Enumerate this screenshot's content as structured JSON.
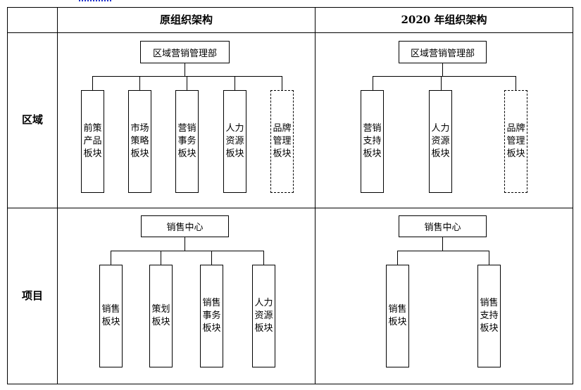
{
  "header": {
    "col_original": "原组织架构",
    "col_2020": "2020 年组织架构"
  },
  "rows": {
    "region_label": "区域",
    "project_label": "项目"
  },
  "region_original": {
    "top": "区域营销管理部",
    "children": [
      {
        "text": "前策产品板块",
        "style": "solid"
      },
      {
        "text": "市场策略板块",
        "style": "solid"
      },
      {
        "text": "营销事务板块",
        "style": "solid"
      },
      {
        "text": "人力资源板块",
        "style": "solid"
      },
      {
        "text": "品牌管理板块",
        "style": "dashed"
      }
    ]
  },
  "region_2020": {
    "top": "区域营销管理部",
    "children": [
      {
        "text": "营销支持板块",
        "style": "solid"
      },
      {
        "text": "人力资源板块",
        "style": "solid"
      },
      {
        "text": "品牌管理板块",
        "style": "dashed"
      }
    ]
  },
  "project_original": {
    "top": "销售中心",
    "children": [
      {
        "text": "销售板块",
        "style": "solid"
      },
      {
        "text": "策划板块",
        "style": "solid"
      },
      {
        "text": "销售事务板块",
        "style": "solid"
      },
      {
        "text": "人力资源板块",
        "style": "solid"
      }
    ]
  },
  "project_2020": {
    "top": "销售中心",
    "children": [
      {
        "text": "销售板块",
        "style": "solid"
      },
      {
        "text": "销售支持板块",
        "style": "solid"
      }
    ]
  }
}
